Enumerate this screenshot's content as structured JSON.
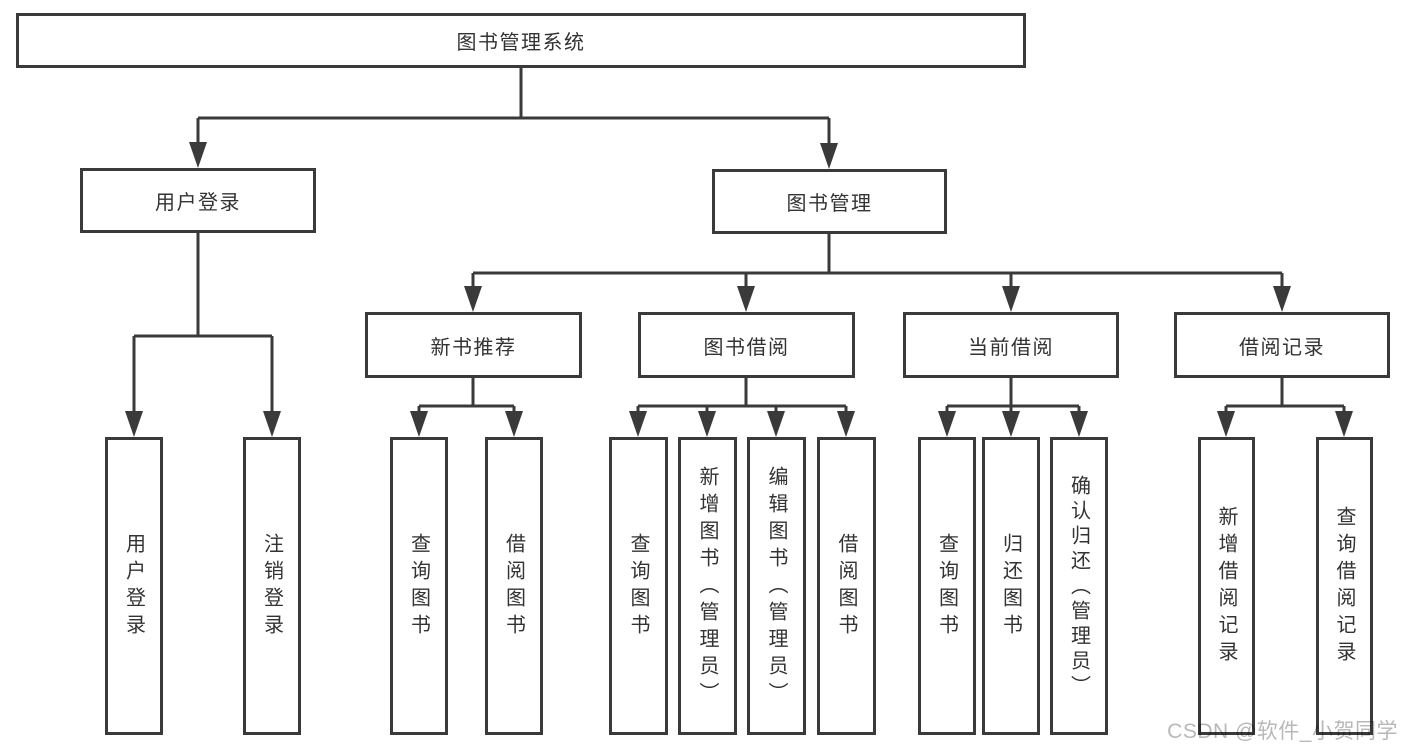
{
  "diagram": {
    "type": "hierarchy-tree",
    "title": "图书管理系统",
    "watermark": "CSDN @软件_小贺同学",
    "colors": {
      "line": "#3a3a3a",
      "box_border": "#3a3a3a",
      "box_fill": "#ffffff",
      "text": "#333333",
      "watermark": "#bab7b7",
      "background": "#ffffff"
    },
    "nodes": {
      "root": "图书管理系统",
      "user_login": "用户登录",
      "book_management": "图书管理",
      "new_book_recommendation": "新书推荐",
      "book_borrowing": "图书借阅",
      "current_borrowing": "当前借阅",
      "borrowing_records": "借阅记录",
      "leaf_user_login": "用户登录",
      "leaf_logout": "注销登录",
      "leaf_nr_query_books": "查询图书",
      "leaf_nr_borrow_books": "借阅图书",
      "leaf_bb_query_books": "查询图书",
      "leaf_bb_add_books_admin": "新增图书（管理员）",
      "leaf_bb_edit_books_admin": "编辑图书（管理员）",
      "leaf_bb_borrow_books": "借阅图书",
      "leaf_cb_query_books": "查询图书",
      "leaf_cb_return_books": "归还图书",
      "leaf_cb_confirm_return_admin": "确认归还（管理员）",
      "leaf_br_add_record": "新增借阅记录",
      "leaf_br_query_record": "查询借阅记录"
    },
    "edges": [
      [
        "root",
        "user_login"
      ],
      [
        "root",
        "book_management"
      ],
      [
        "user_login",
        "leaf_user_login"
      ],
      [
        "user_login",
        "leaf_logout"
      ],
      [
        "book_management",
        "new_book_recommendation"
      ],
      [
        "book_management",
        "book_borrowing"
      ],
      [
        "book_management",
        "current_borrowing"
      ],
      [
        "book_management",
        "borrowing_records"
      ],
      [
        "new_book_recommendation",
        "leaf_nr_query_books"
      ],
      [
        "new_book_recommendation",
        "leaf_nr_borrow_books"
      ],
      [
        "book_borrowing",
        "leaf_bb_query_books"
      ],
      [
        "book_borrowing",
        "leaf_bb_add_books_admin"
      ],
      [
        "book_borrowing",
        "leaf_bb_edit_books_admin"
      ],
      [
        "book_borrowing",
        "leaf_bb_borrow_books"
      ],
      [
        "current_borrowing",
        "leaf_cb_query_books"
      ],
      [
        "current_borrowing",
        "leaf_cb_return_books"
      ],
      [
        "current_borrowing",
        "leaf_cb_confirm_return_admin"
      ],
      [
        "borrowing_records",
        "leaf_br_add_record"
      ],
      [
        "borrowing_records",
        "leaf_br_query_record"
      ]
    ]
  }
}
